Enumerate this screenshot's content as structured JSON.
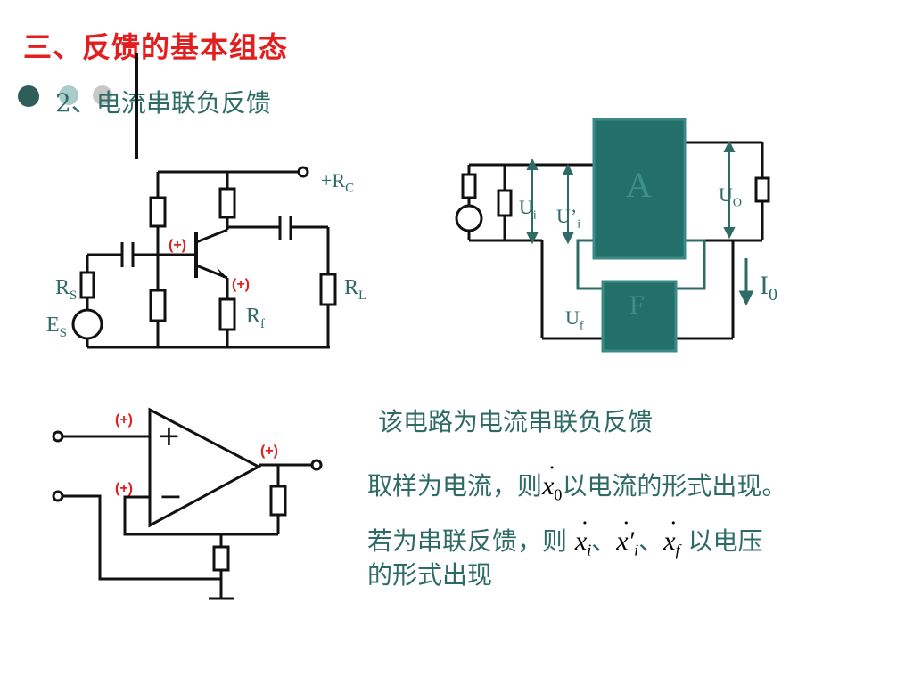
{
  "title": "三、反馈的基本组态",
  "subtitle": "2、电流串联负反馈",
  "circuit1": {
    "rc": "+R",
    "rc_sub": "C",
    "rs": "R",
    "rs_sub": "S",
    "es": "E",
    "es_sub": "S",
    "rf": "R",
    "rf_sub": "f",
    "rl": "R",
    "rl_sub": "L",
    "polarity_base": "(+)",
    "polarity_emitter": "(+)"
  },
  "block": {
    "a": "A",
    "f": "F",
    "ui": "U",
    "ui_sub": "i",
    "ui_prime": "U’",
    "ui_prime_sub": "i",
    "uo": "U",
    "uo_sub": "O",
    "uf": "U",
    "uf_sub": "f",
    "io": "I",
    "io_sub": "0"
  },
  "opamp": {
    "plus": "+",
    "minus": "−",
    "pol_in_plus": "(+)",
    "pol_in_minus": "(+)",
    "pol_out": "(+)"
  },
  "text": {
    "line1": "该电路为电流串联负反馈",
    "line2a": "取样为电流，则",
    "line2_var": "x",
    "line2_sub": "0",
    "line2b": "以电流的形式出现。",
    "line3a": "若为串联反馈，则",
    "var_xi": "x",
    "sub_i": "i",
    "var_xi_prime": "x′",
    "sub_i2": "i",
    "var_xf": "x",
    "sub_f": "f",
    "sep": "、",
    "line3b": "以电压",
    "line4": "的形式出现"
  },
  "colors": {
    "title": "#e31e1e",
    "teal_text": "#2f6b66",
    "block_fill": "#236f6a",
    "block_border": "#3d8a85",
    "wire": "#111111",
    "red": "#e31e1e"
  }
}
